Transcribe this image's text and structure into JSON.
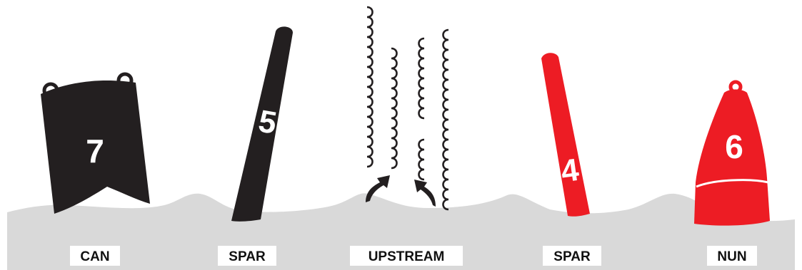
{
  "colors": {
    "black_buoy": "#231f20",
    "red_buoy": "#ed1c24",
    "water": "#d9d9d9",
    "label_bg": "#ffffff"
  },
  "buoys": [
    {
      "type": "can",
      "color": "black",
      "number": "7",
      "label": "CAN"
    },
    {
      "type": "spar",
      "color": "black",
      "number": "5",
      "label": "SPAR"
    },
    {
      "type": "upstream",
      "label": "UPSTREAM"
    },
    {
      "type": "spar",
      "color": "red",
      "number": "4",
      "label": "SPAR"
    },
    {
      "type": "nun",
      "color": "red",
      "number": "6",
      "label": "NUN"
    }
  ]
}
